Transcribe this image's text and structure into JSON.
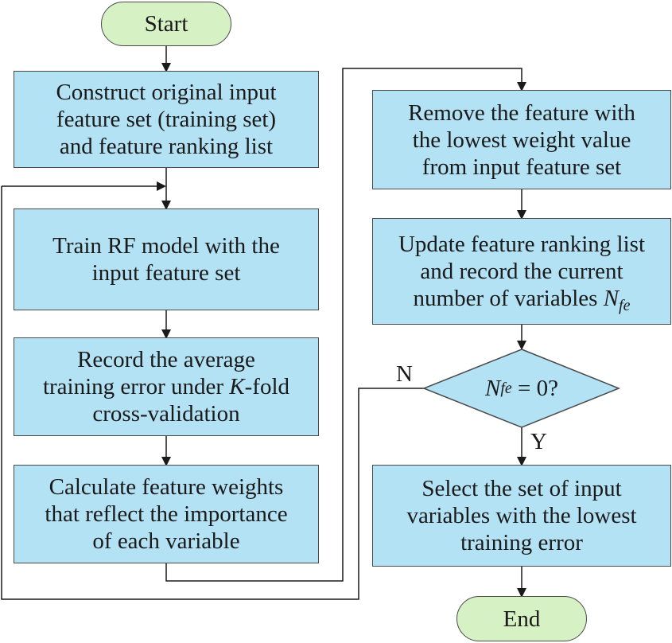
{
  "nodes": {
    "start": {
      "text": "Start"
    },
    "construct": {
      "lines": [
        "Construct original input",
        "feature set (training set)",
        "and feature ranking list"
      ]
    },
    "train": {
      "lines": [
        "Train RF model with the",
        "input feature set"
      ]
    },
    "record": {
      "line1": "Record the average",
      "line2_pre": "training error under ",
      "line2_k": "K",
      "line2_post": "-fold",
      "line3": "cross-validation"
    },
    "calculate": {
      "lines": [
        "Calculate feature weights",
        "that reflect the importance",
        "of each variable"
      ]
    },
    "remove": {
      "lines": [
        "Remove the feature with",
        "the lowest weight value",
        "from input feature set"
      ]
    },
    "update": {
      "line1": "Update feature ranking list",
      "line2": "and record the current",
      "line3_pre": "number of variables ",
      "line3_var": "N",
      "line3_sub": "fe"
    },
    "decision": {
      "var": "N",
      "sub": "fe",
      "rest": " = 0?"
    },
    "select": {
      "lines": [
        "Select the set of input",
        "variables with the lowest",
        "training error"
      ]
    },
    "end": {
      "text": "End"
    }
  },
  "edge_labels": {
    "no": "N",
    "yes": "Y"
  },
  "colors": {
    "process_fill": "#b4e2f5",
    "terminal_fill": "#d6f1c4",
    "stroke": "#4a4a4a"
  }
}
